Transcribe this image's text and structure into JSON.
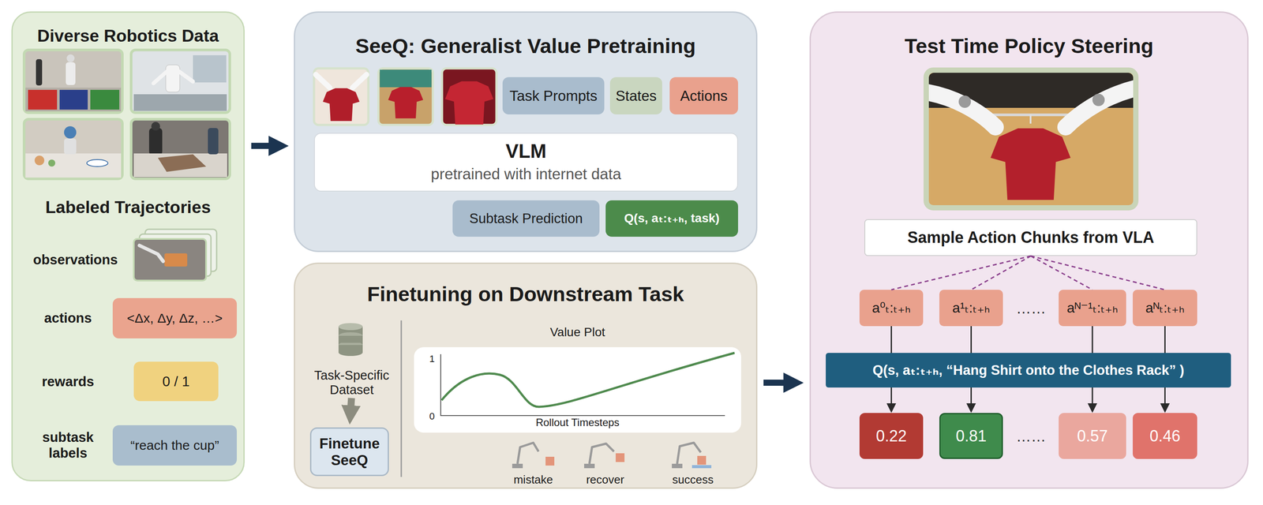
{
  "diagram": {
    "nodes": [
      {
        "text": [
          "Diverse Robotics Data",
          "Labeled Trajectories"
        ]
      },
      {
        "text": [
          "<Δx, Δy, Δz, …>"
        ],
        "in": 0
      },
      {
        "text": [
          "0 / 1"
        ],
        "in": 0
      },
      {
        "text": [
          "“reach the cup”"
        ],
        "in": 0
      },
      {
        "text": [
          "SeeQ: Generalist Value Pretraining"
        ]
      },
      {
        "text": [
          "Task Prompts"
        ],
        "in": 4
      },
      {
        "text": [
          "States"
        ],
        "in": 4
      },
      {
        "text": [
          "Actions"
        ],
        "in": 4
      },
      {
        "text": [
          "VLM",
          "pretrained with internet data"
        ],
        "in": 4
      },
      {
        "text": [
          "Subtask Prediction"
        ],
        "in": 4
      },
      {
        "text": [
          "Q(s, aₜ:ₜ₊ₕ, task)"
        ],
        "in": 4
      },
      {
        "text": [
          "Finetuning on Downstream Task"
        ]
      },
      {
        "text": [
          "Task-Specific Dataset"
        ],
        "in": 11
      },
      {
        "text": [
          "Finetune SeeQ"
        ],
        "in": 11
      },
      {
        "text": [
          "Value Plot",
          "Rollout Timesteps"
        ],
        "in": 11
      },
      {
        "text": [
          "Test Time Policy Steering"
        ]
      },
      {
        "text": [
          "Sample Action Chunks from VLA"
        ],
        "in": 15
      },
      {
        "text": [
          "a⁰ₜ:ₜ₊ₕ"
        ],
        "in": 15
      },
      {
        "text": [
          "a¹ₜ:ₜ₊ₕ"
        ],
        "in": 15
      },
      {
        "text": [
          "aᴺ⁻¹ₜ:ₜ₊ₕ"
        ],
        "in": 15
      },
      {
        "text": [
          "aᴺₜ:ₜ₊ₕ"
        ],
        "in": 15
      },
      {
        "text": [
          "Q(s, aₜ:ₜ₊ₕ, “Hang Shirt onto the Clothes Rack” )"
        ],
        "in": 15
      },
      {
        "text": [
          "0.22"
        ],
        "in": 15
      },
      {
        "text": [
          "0.81"
        ],
        "in": 15
      },
      {
        "text": [
          "0.57"
        ],
        "in": 15
      },
      {
        "text": [
          "0.46"
        ],
        "in": 15
      }
    ],
    "edges": [
      {
        "from": 0,
        "to": 4,
        "arrow": "to"
      },
      {
        "from": 11,
        "to": 15,
        "arrow": "to"
      },
      {
        "from": 12,
        "to": 13,
        "arrow": "to"
      },
      {
        "from": 16,
        "to": 17,
        "arrow": "none"
      },
      {
        "from": 16,
        "to": 18,
        "arrow": "none"
      },
      {
        "from": 16,
        "to": 19,
        "arrow": "none"
      },
      {
        "from": 16,
        "to": 20,
        "arrow": "none"
      },
      {
        "from": 17,
        "to": 21,
        "arrow": "none"
      },
      {
        "from": 18,
        "to": 21,
        "arrow": "none"
      },
      {
        "from": 19,
        "to": 21,
        "arrow": "none"
      },
      {
        "from": 20,
        "to": 21,
        "arrow": "none"
      },
      {
        "from": 21,
        "to": 22,
        "arrow": "to"
      },
      {
        "from": 21,
        "to": 23,
        "arrow": "to"
      },
      {
        "from": 21,
        "to": 24,
        "arrow": "to"
      },
      {
        "from": 21,
        "to": 25,
        "arrow": "to"
      }
    ],
    "labels": [
      "observations",
      "actions",
      "rewards",
      "subtask labels",
      "1",
      "0",
      "mistake",
      "recover",
      "success",
      "……",
      "……"
    ]
  }
}
